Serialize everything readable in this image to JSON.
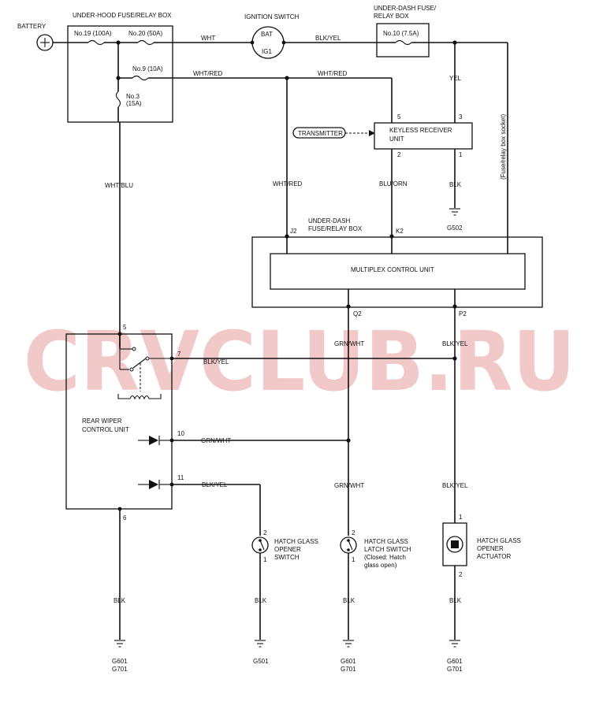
{
  "watermark": "CRVCLUB.RU",
  "labels": {
    "battery": "BATTERY",
    "underhood_box": "UNDER-HOOD FUSE/RELAY BOX",
    "ignition_switch": "IGNITION SWITCH",
    "ign_bat": "BAT",
    "ign_ig1": "IG1",
    "underdash_box_l1": "UNDER-DASH FUSE/",
    "underdash_box_l2": "RELAY BOX",
    "fuse19": "No.19 (100A)",
    "fuse20": "No.20 (50A)",
    "fuse9": "No.9 (10A)",
    "fuse3_l1": "No.3",
    "fuse3_l2": "(15A)",
    "fuse10": "No.10 (7.5A)",
    "fuse_socket": "(Fuse/relay box socket)",
    "transmitter": "TRANSMITTER",
    "keyless_l1": "KEYLESS RECEIVER",
    "keyless_l2": "UNIT",
    "mux_box_l1": "UNDER-DASH",
    "mux_box_l2": "FUSE/RELAY BOX",
    "mux_unit": "MULTIPLEX CONTROL UNIT",
    "rear_wiper_l1": "REAR WIPER",
    "rear_wiper_l2": "CONTROL UNIT",
    "switch_l1": "HATCH GLASS",
    "switch_l2": "OPENER",
    "switch_l3": "SWITCH",
    "latch_l1": "HATCH GLASS",
    "latch_l2": "LATCH SWITCH",
    "latch_l3": "(Closed: Hatch",
    "latch_l4": "glass open)",
    "actuator_l1": "HATCH GLASS",
    "actuator_l2": "OPENER",
    "actuator_l3": "ACTUATOR"
  },
  "wires": {
    "wht": "WHT",
    "blk_yel_top": "BLK/YEL",
    "wht_red_a": "WHT/RED",
    "wht_red_b": "WHT/RED",
    "yel": "YEL",
    "wht_blu": "WHT/BLU",
    "wht_red_c": "WHT/RED",
    "blu_orn": "BLU/ORN",
    "blk_receiver": "BLK",
    "grn_wht_q2": "GRN/WHT",
    "blk_yel_p2": "BLK/YEL",
    "blk_yel_7": "BLK/YEL",
    "grn_wht_10": "GRN/WHT",
    "blk_yel_11": "BLK/YEL",
    "grn_wht_latch": "GRN/WHT",
    "blk_yel_act": "BLK/YEL",
    "blk_g1": "BLK",
    "blk_g2": "BLK",
    "blk_g3": "BLK",
    "blk_g4": "BLK"
  },
  "pins": {
    "rx5": "5",
    "rx3": "3",
    "rx2": "2",
    "rx1": "1",
    "j2": "J2",
    "k2": "K2",
    "q2": "Q2",
    "p2": "P2",
    "rw5": "5",
    "rw7": "7",
    "rw10": "10",
    "rw11": "11",
    "rw6": "6",
    "sw2": "2",
    "sw1": "1",
    "lt2": "2",
    "lt1": "1",
    "ac1": "1",
    "ac2": "2"
  },
  "grounds": {
    "g502": "G502",
    "g601_a": "G601",
    "g701_a": "G701",
    "g501": "G501",
    "g601_b": "G601",
    "g701_b": "G701",
    "g601_c": "G601",
    "g701_c": "G701"
  }
}
